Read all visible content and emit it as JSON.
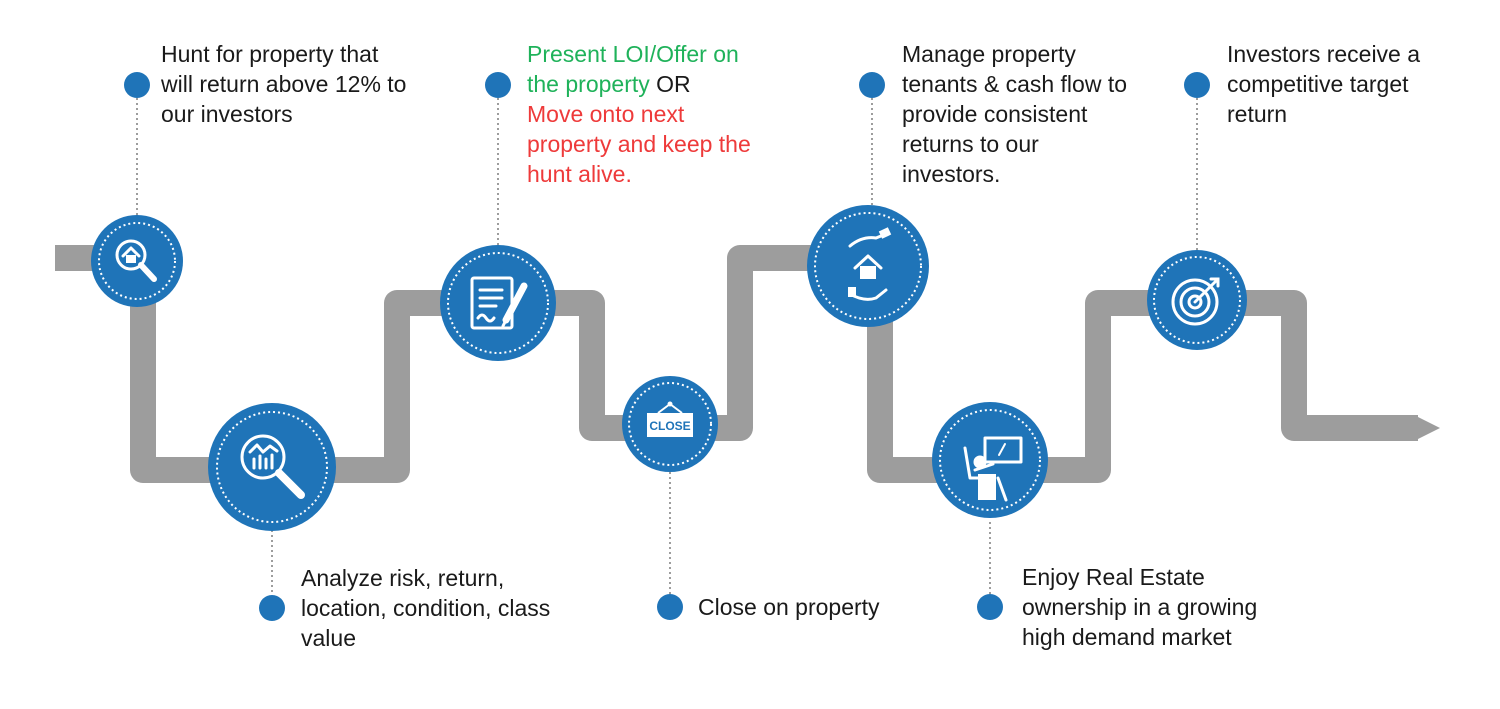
{
  "colors": {
    "road": "#9d9d9d",
    "circle": "#1f74b8",
    "ring": "#ffffff",
    "connector": "#9d9d9d",
    "text": "#1a1a1a",
    "green_text": "#1fb25a",
    "red_text": "#ee3a3a"
  },
  "steps": [
    {
      "icon": "house-search-icon",
      "lines": [
        "Hunt for property that",
        "will return above 12% to",
        "our investors"
      ]
    },
    {
      "icon": "chart-magnifier-icon",
      "lines": [
        "Analyze risk, return,",
        "location, condition, class",
        "value"
      ]
    },
    {
      "icon": "contract-pen-icon",
      "green_lines": [
        "Present LOI/Offer on",
        "the property"
      ],
      "or_text": "OR",
      "red_lines": [
        "Move onto next",
        "property and keep the",
        "hunt alive."
      ]
    },
    {
      "icon": "close-sign-icon",
      "sign_text": "CLOSE",
      "lines": [
        "Close on property"
      ]
    },
    {
      "icon": "hands-house-icon",
      "lines": [
        "Manage property",
        "tenants & cash flow to",
        "provide consistent",
        "returns to our",
        "investors."
      ]
    },
    {
      "icon": "relaxing-person-icon",
      "lines": [
        "Enjoy Real Estate",
        "ownership in a growing",
        "high demand market"
      ]
    },
    {
      "icon": "target-icon",
      "lines": [
        "Investors receive a",
        "competitive target",
        "return"
      ]
    }
  ]
}
